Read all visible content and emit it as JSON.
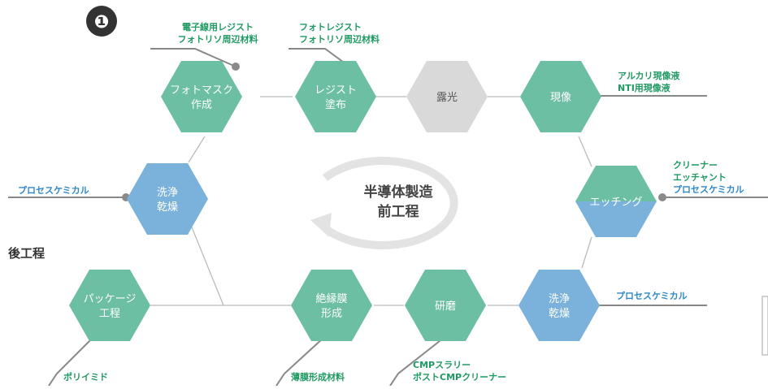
{
  "step_marker": "❶",
  "section_label": "後工程",
  "center": {
    "line1": "半導体製造",
    "line2": "前工程"
  },
  "processes": {
    "photomask": [
      "フォトマスク",
      "作成"
    ],
    "resist": [
      "レジスト",
      "塗布"
    ],
    "exposure": [
      "露光"
    ],
    "develop": [
      "現像"
    ],
    "etching": [
      "エッチング"
    ],
    "wash_right": [
      "洗浄",
      "乾燥"
    ],
    "polish": [
      "研磨"
    ],
    "insulating": [
      "絶縁膜",
      "形成"
    ],
    "package": [
      "パッケージ",
      "工程"
    ],
    "wash_left": [
      "洗浄",
      "乾燥"
    ]
  },
  "materials": {
    "photomask": [
      "電子線用レジスト",
      "フォトリソ周辺材料"
    ],
    "resist": [
      "フォトレジスト",
      "フォトリソ周辺材料"
    ],
    "develop": [
      "アルカリ現像液",
      "NTI用現像液"
    ],
    "etching": [
      "クリーナー",
      "エッチャント",
      "プロセスケミカル"
    ],
    "wash_right": [
      "プロセスケミカル"
    ],
    "polish": [
      "CMPスラリー",
      "ポストCMPクリーナー"
    ],
    "insulating": [
      "薄膜形成材料"
    ],
    "package": [
      "ポリイミド"
    ],
    "wash_left": [
      "プロセスケミカル"
    ]
  },
  "colors": {
    "green": "#6cbfa2",
    "blue": "#7ab2dc",
    "gray": "#d9d9d9",
    "line": "#8a8a8a"
  }
}
